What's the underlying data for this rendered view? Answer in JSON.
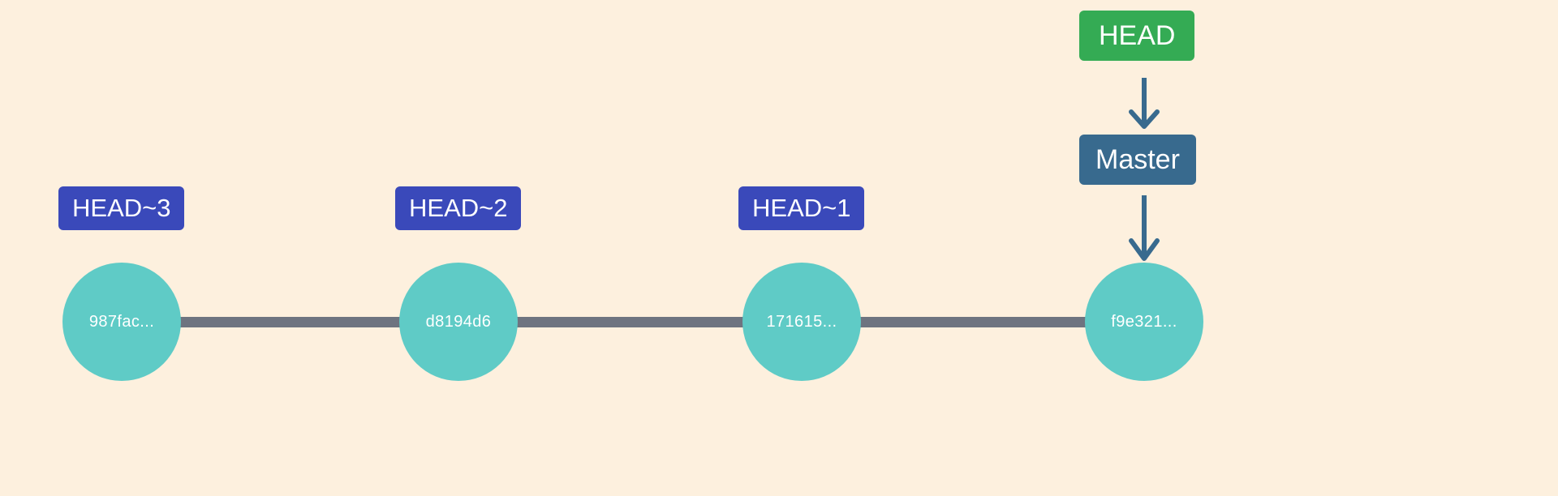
{
  "diagram": {
    "title": "Git commit history with HEAD and Master refs",
    "background_color": "#fdf0de",
    "colors": {
      "commit_node": "#5fcbc6",
      "chain_line": "#6e7480",
      "relative_ref_badge": "#3a49ba",
      "head_badge": "#34ab54",
      "branch_badge": "#386a8e",
      "arrow": "#386a8e",
      "badge_text": "#ffffff"
    }
  },
  "commits": [
    {
      "hash": "987fac...",
      "ref": "HEAD~3"
    },
    {
      "hash": "d8194d6",
      "ref": "HEAD~2"
    },
    {
      "hash": "171615...",
      "ref": "HEAD~1"
    },
    {
      "hash": "f9e321...",
      "ref": ""
    }
  ],
  "pointers": {
    "head_label": "HEAD",
    "branch_label": "Master"
  },
  "icons": {
    "arrow_head_to_branch": "arrow-down-icon",
    "arrow_branch_to_commit": "arrow-down-icon"
  }
}
